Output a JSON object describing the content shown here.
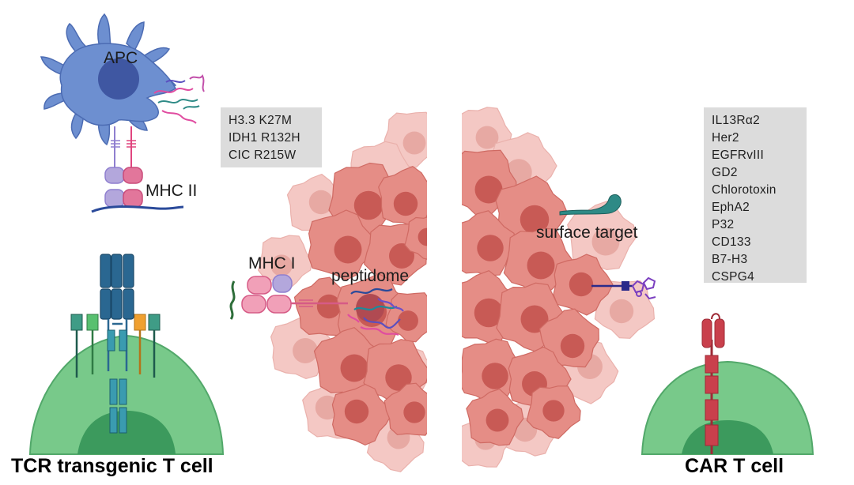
{
  "labels": {
    "apc": "APC",
    "mhc2": "MHC II",
    "mhc1": "MHC I",
    "peptidome": "peptidome",
    "surface_target": "surface target",
    "tcr_cell": "TCR transgenic T cell",
    "car_cell": "CAR T cell"
  },
  "tcr_antigens": [
    "H3.3 K27M",
    "IDH1 R132H",
    "CIC R215W"
  ],
  "car_targets": [
    "IL13Rα2",
    "Her2",
    "EGFRvIII",
    "GD2",
    "Chlorotoxin",
    "EphA2",
    "P32",
    "CD133",
    "B7-H3",
    "CSPG4"
  ],
  "colors": {
    "apc": "#6d8fd0",
    "apc_nucleus": "#3f57a2",
    "mhc2_left": "#b3a7dc",
    "mhc2_right": "#e2769b",
    "tcell_body": "#78c98a",
    "tcell_nucleus": "#3c9a5d",
    "tcr": "#2a6791",
    "tumor": "#d9766f",
    "car": "#c9404c",
    "surface_target": "#2e8a86",
    "box": "#dcdcdc"
  }
}
